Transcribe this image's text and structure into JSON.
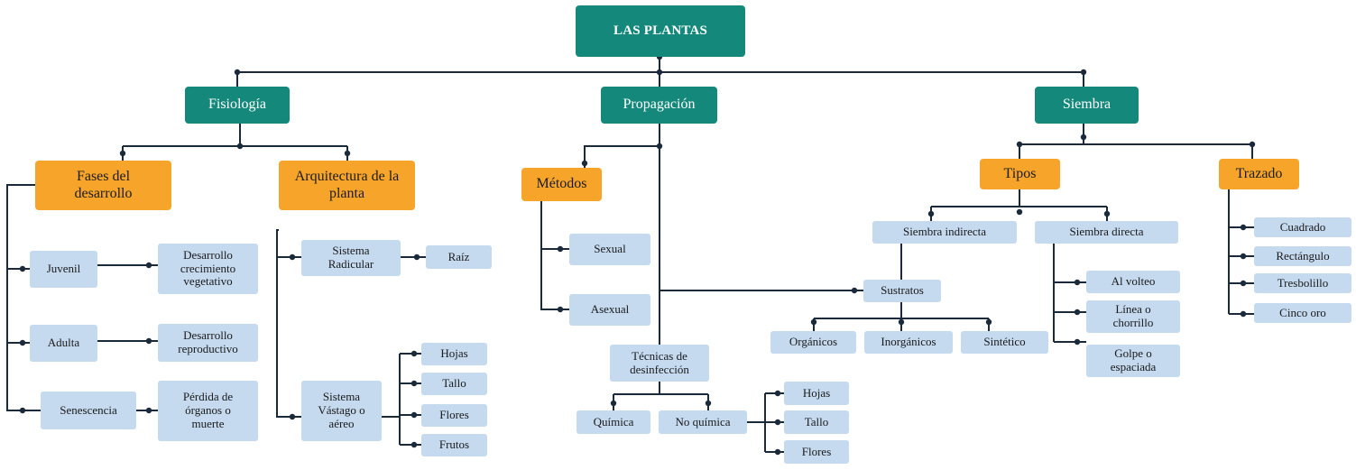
{
  "colors": {
    "teal": "#14897b",
    "orange": "#f6a52a",
    "blue": "#c5d9ef",
    "line": "#1a2a3a"
  },
  "root": "LAS PLANTAS",
  "fisiologia": {
    "title": "Fisiología",
    "fases": "Fases del desarrollo",
    "juvenil": "Juvenil",
    "juvenil_desc": "Desarrollo crecimiento vegetativo",
    "adulta": "Adulta",
    "adulta_desc": "Desarrollo reproductivo",
    "senescencia": "Senescencia",
    "senescencia_desc": "Pérdida de órganos o muerte",
    "arquitectura": "Arquitectura de la planta",
    "sistema_radicular": "Sistema Radicular",
    "raiz": "Raíz",
    "sistema_vastago": "Sistema Vástago o aéreo",
    "vastago_items": [
      "Hojas",
      "Tallo",
      "Flores",
      "Frutos"
    ]
  },
  "propagacion": {
    "title": "Propagación",
    "metodos": "Métodos",
    "sexual": "Sexual",
    "asexual": "Asexual",
    "tecnicas": "Técnicas de desinfección",
    "quimica": "Química",
    "no_quimica": "No química",
    "no_quimica_items": [
      "Hojas",
      "Tallo",
      "Flores"
    ]
  },
  "siembra": {
    "title": "Siembra",
    "tipos": "Tipos",
    "siembra_indirecta": "Siembra indirecta",
    "siembra_directa": "Siembra directa",
    "sustratos": "Sustratos",
    "sustratos_items": [
      "Orgánicos",
      "Inorgánicos",
      "Sintético"
    ],
    "directa_items": [
      "Al volteo",
      "Línea o chorrillo",
      "Golpe o espaciada"
    ],
    "trazado": "Trazado",
    "trazado_items": [
      "Cuadrado",
      "Rectángulo",
      "Tresbolillo",
      "Cinco oro"
    ]
  }
}
